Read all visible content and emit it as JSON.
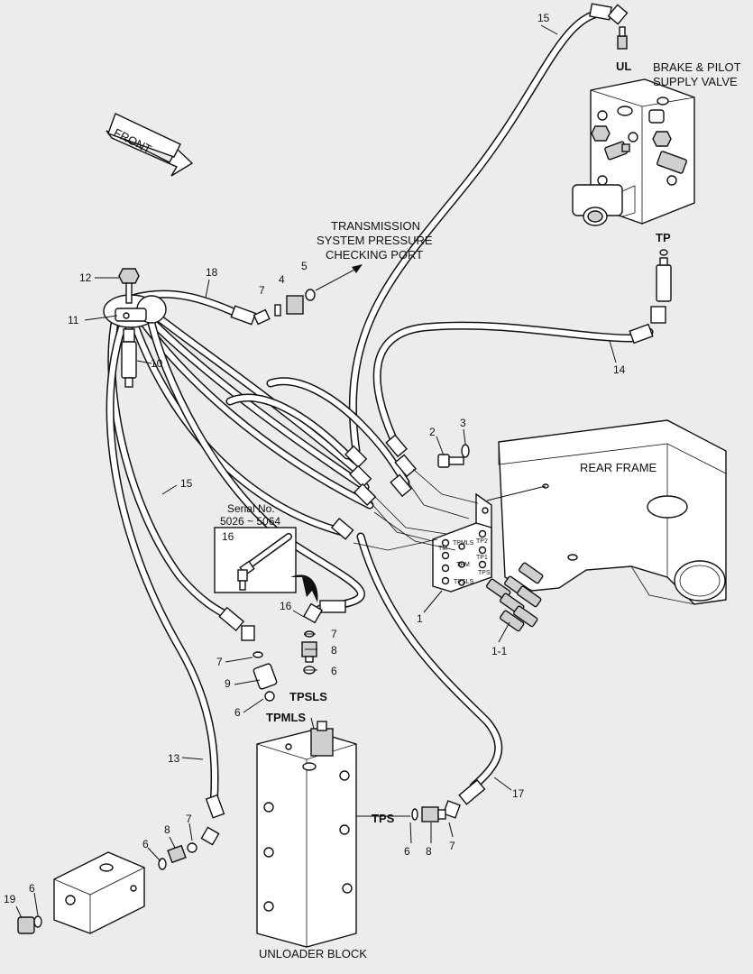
{
  "directions": {
    "front": "FRONT"
  },
  "captions": {
    "brake_valve": [
      "BRAKE & PILOT",
      "SUPPLY VALVE"
    ],
    "transmission_port": [
      "TRANSMISSION",
      "SYSTEM PRESSURE",
      "CHECKING PORT"
    ],
    "rear_frame": "REAR FRAME",
    "unloader_block": "UNLOADER BLOCK",
    "serial": [
      "Serial No.",
      "5026 ~ 5064"
    ]
  },
  "ports": {
    "ul": "UL",
    "tp": "TP",
    "tpsls": "TPSLS",
    "tpmls": "TPMLS",
    "tps": "TPS"
  },
  "plate_ports": [
    "TM",
    "TPMLS",
    "TP2",
    "TPM",
    "TP1",
    "TPSLS",
    "TPS"
  ],
  "callouts": {
    "c15_top": "15",
    "c12": "12",
    "c18": "18",
    "c7_trans": "7",
    "c4": "4",
    "c5": "5",
    "c11": "11",
    "c10": "10",
    "c14": "14",
    "c2": "2",
    "c3": "3",
    "c15_left": "15",
    "c16_inset": "16",
    "c16": "16",
    "c7_mid": "7",
    "c8_mid": "8",
    "c6_mid": "6",
    "c1": "1",
    "c1_1": "1-1",
    "c7_left": "7",
    "c9": "9",
    "c6_left": "6",
    "c13": "13",
    "c17": "17",
    "c6_tps": "6",
    "c8_tps": "8",
    "c7_tps": "7",
    "c8_low": "8",
    "c7_low": "7",
    "c6_low": "6",
    "c19": "19",
    "c6_plug": "6"
  }
}
